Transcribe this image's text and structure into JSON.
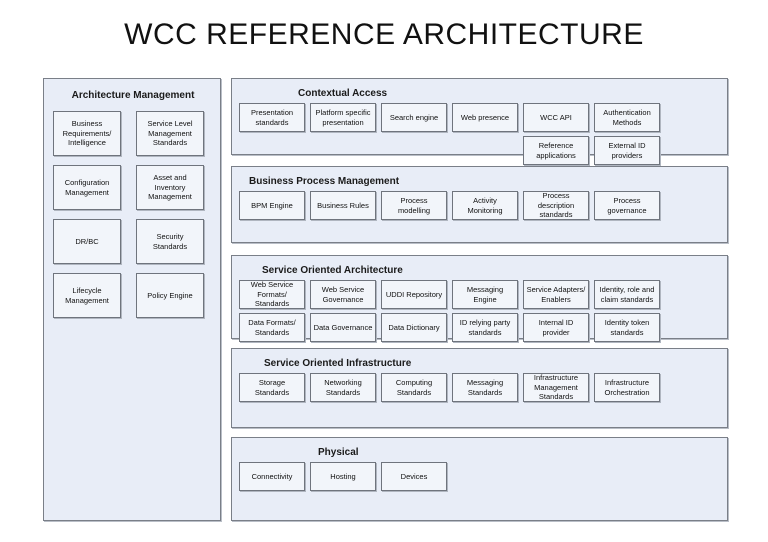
{
  "title": "WCC REFERENCE ARCHITECTURE",
  "colors": {
    "panel_fill": "#e8edf7",
    "box_fill": "#f2f5fa",
    "panel_border": "#7a7f88",
    "box_border": "#6f747d",
    "background": "#ffffff",
    "text": "#111111"
  },
  "architecture_management": {
    "title": "Architecture Management",
    "items": [
      "Business Requirements/ Intelligence",
      "Service Level Management Standards",
      "Configuration Management",
      "Asset and Inventory Management",
      "DR/BC",
      "Security Standards",
      "Lifecycle Management",
      "Policy Engine"
    ]
  },
  "layers": [
    {
      "id": "contextual-access",
      "title": "Contextual Access",
      "rows": [
        [
          "Presentation standards",
          "Platform specific presentation",
          "Search engine",
          "Web presence",
          "WCC API",
          "Authentication Methods"
        ],
        [
          "",
          "",
          "",
          "",
          "Reference applications",
          "External ID providers"
        ]
      ]
    },
    {
      "id": "business-process-management",
      "title": "Business Process Management",
      "rows": [
        [
          "BPM Engine",
          "Business Rules",
          "Process modelling",
          "Activity Monitoring",
          "Process description standards",
          "Process governance"
        ]
      ]
    },
    {
      "id": "service-oriented-architecture",
      "title": "Service Oriented Architecture",
      "rows": [
        [
          "Web Service Formats/ Standards",
          "Web Service Governance",
          "UDDI Repository",
          "Messaging Engine",
          "Service Adapters/ Enablers",
          "Identity, role and claim standards"
        ],
        [
          "Data Formats/ Standards",
          "Data Governance",
          "Data Dictionary",
          "ID relying party standards",
          "Internal ID provider",
          "Identity token standards"
        ]
      ]
    },
    {
      "id": "service-oriented-infrastructure",
      "title": "Service Oriented Infrastructure",
      "rows": [
        [
          "Storage Standards",
          "Networking Standards",
          "Computing Standards",
          "Messaging Standards",
          "Infrastructure Management Standards",
          "Infrastructure Orchestration"
        ]
      ]
    },
    {
      "id": "physical",
      "title": "Physical",
      "rows": [
        [
          "Connectivity",
          "Hosting",
          "Devices"
        ]
      ]
    }
  ]
}
